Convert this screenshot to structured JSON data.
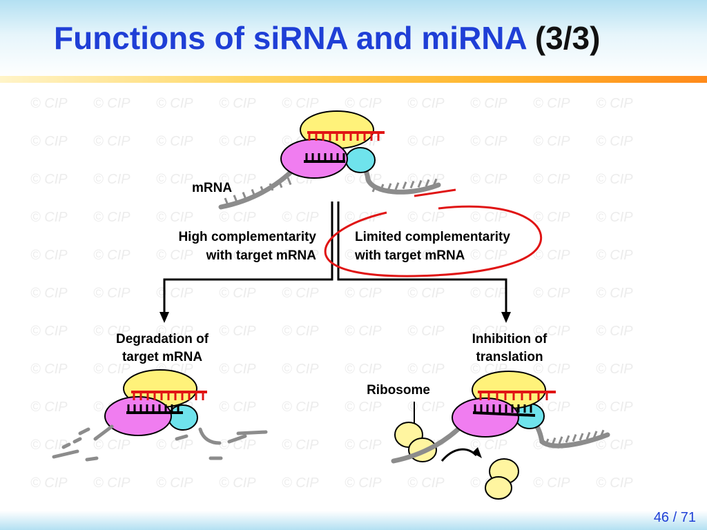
{
  "slide": {
    "title_main": "Functions of siRNA and miRNA",
    "title_part": "(3/3)",
    "page_current": "46",
    "page_separator": "/",
    "page_total": "71",
    "watermark": "© CIP"
  },
  "diagram": {
    "label_mrna": "mRNA",
    "left_branch": [
      "High complementarity",
      "with target mRNA"
    ],
    "right_branch": [
      "Limited complementarity",
      "with target mRNA"
    ],
    "outcome_left": [
      "Degradation of",
      "target mRNA"
    ],
    "outcome_right": [
      "Inhibition of",
      "translation"
    ],
    "label_ribosome": "Ribosome"
  },
  "colors": {
    "title_blue": "#1f3fd6",
    "rna_red": "#e01414",
    "mrna_gray": "#8c8c8c",
    "protein_yellow": "#fff27a",
    "protein_pink": "#f07df0",
    "protein_cyan": "#6fe3ec",
    "ribosome_yellow": "#fff5a0",
    "annotation_red": "#e01414"
  }
}
